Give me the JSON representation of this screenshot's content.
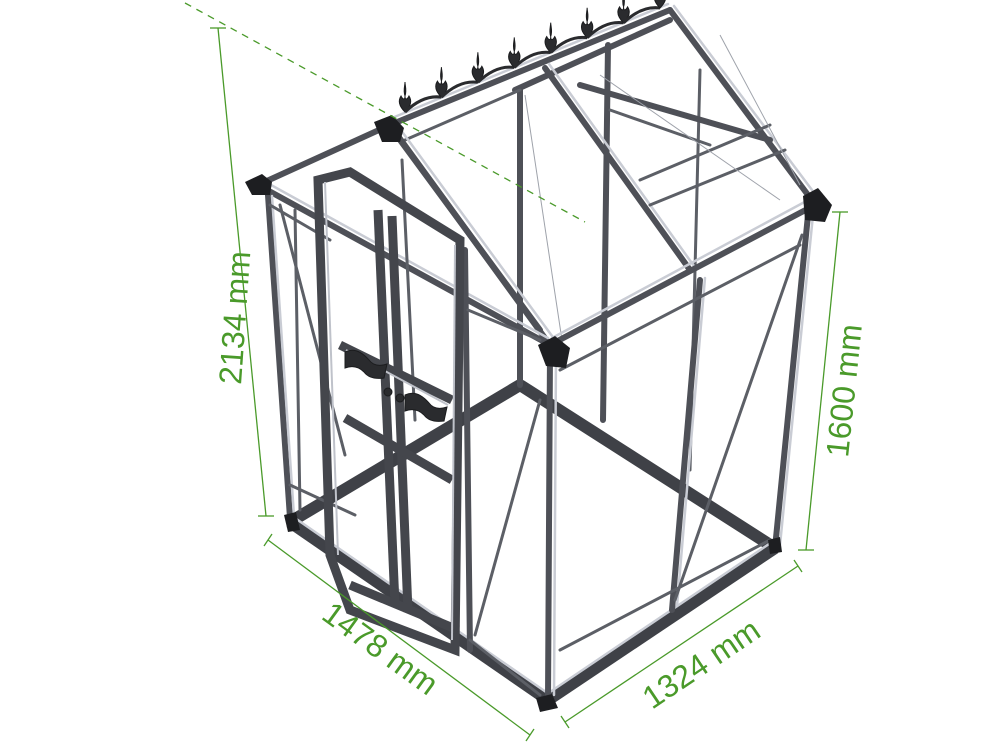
{
  "dimensions": {
    "height_total": "2134 mm",
    "height_eave": "1600 mm",
    "length": "1478 mm",
    "width": "1324 mm"
  },
  "colors": {
    "dimension": "#4a9a2a",
    "frame": "#4e5057",
    "frame_highlight": "#c9ccd4",
    "corner_blocks": "#1d1e21"
  },
  "figure": {
    "subject": "greenhouse-frame",
    "icon": "greenhouse-icon"
  }
}
